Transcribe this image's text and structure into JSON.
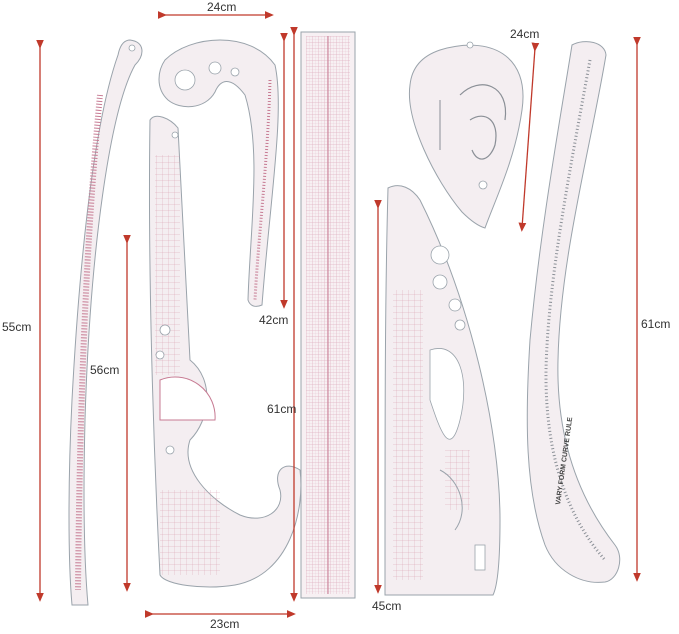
{
  "dimensions": {
    "top_curve_width": "24cm",
    "pear_curve_width": "24cm",
    "long_curve_height": "55cm",
    "french_curve_height": "56cm",
    "hip_curve_height": "42cm",
    "straight_ruler_height": "61cm",
    "french_curve_width": "23cm",
    "large_curve_width": "45cm",
    "vary_curve_height": "61cm"
  },
  "ruler_texts": {
    "vary_form_label": "VARY FORM CURVE RULE"
  },
  "colors": {
    "arrow": "#c0392b",
    "ruler_grid": "#c77b93",
    "ruler_edge": "#9aa3ab"
  }
}
